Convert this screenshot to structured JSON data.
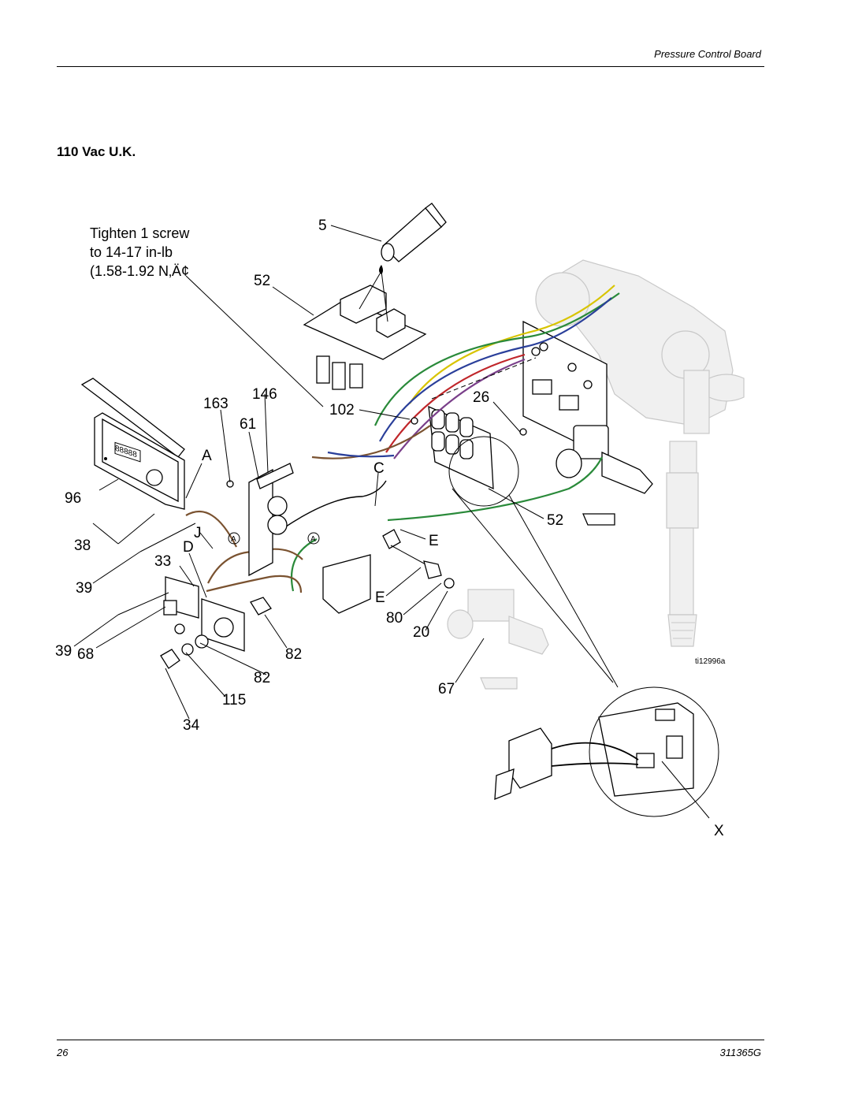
{
  "header": {
    "section_name": "Pressure Control Board"
  },
  "section_title": "110 Vac U.K.",
  "torque_note": {
    "line1": "Tighten 1 screw",
    "line2": "to 14-17 in-lb",
    "line3": "(1.58-1.92 N‚Ä¢"
  },
  "labels": {
    "p5": "5",
    "p52a": "52",
    "p163": "163",
    "p146": "146",
    "p102": "102",
    "p26": "26",
    "p61": "61",
    "pA": "A",
    "pC": "C",
    "p96": "96",
    "pJ": "J",
    "p52b": "52",
    "pE1": "E",
    "p38": "38",
    "pD": "D",
    "p33": "33",
    "pE2": "E",
    "p39a": "39",
    "p80": "80",
    "p20": "20",
    "p39b": "39",
    "p68": "68",
    "p82a": "82",
    "p82b": "82",
    "p67": "67",
    "p115": "115",
    "p34": "34",
    "pX": "X"
  },
  "connector_marks": {
    "left": "A",
    "right": "A"
  },
  "display_readout": "88888",
  "figure_id": "ti12996a",
  "footer": {
    "page_number": "26",
    "doc_number": "311365G"
  },
  "wire_colors": {
    "yellow": "#d8c400",
    "green": "#2a8a3a",
    "blue": "#2a3f9a",
    "red": "#c0262a",
    "brown": "#7a5230",
    "purple": "#7a3f8a"
  }
}
